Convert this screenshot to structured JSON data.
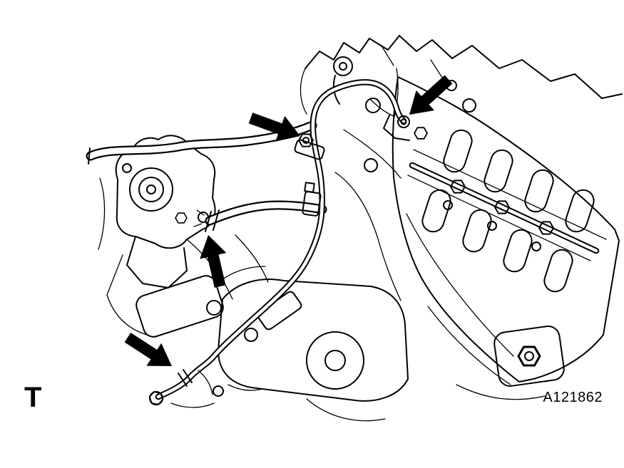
{
  "figure": {
    "corner_label": "T",
    "figure_id": "A121862",
    "background_color": "#ffffff",
    "line_color": "#000000",
    "arrow_color": "#000000",
    "callout_arrows": [
      "arrow-to-pipe-bracket-bolt",
      "arrow-to-upper-pipe-union",
      "arrow-to-hose-end-clamp",
      "arrow-to-lower-union-bolt"
    ]
  }
}
